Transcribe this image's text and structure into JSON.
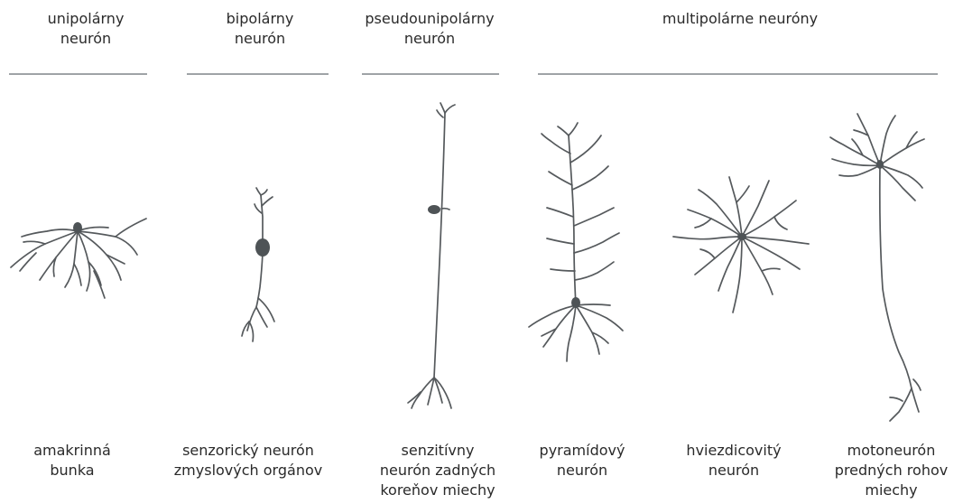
{
  "headers": {
    "unipolar": [
      "unipolárny",
      "neurón"
    ],
    "bipolar": [
      "bipolárny",
      "neurón"
    ],
    "pseudounipolar": [
      "pseudounipolárny",
      "neurón"
    ],
    "multipolar": [
      "multipolárne neuróny"
    ]
  },
  "captions": {
    "amacrine": [
      "amakrinná",
      "bunka"
    ],
    "sensory": [
      "senzorický neurón",
      "zmyslových orgánov"
    ],
    "sensitive": [
      "senzitívny",
      "neurón zadných",
      "koreňov miechy"
    ],
    "pyramidal": [
      "pyramídový",
      "neurón"
    ],
    "stellate": [
      "hviezdicovitý",
      "neurón"
    ],
    "motoneuron": [
      "motoneurón",
      "predných rohov",
      "miechy"
    ]
  },
  "colors": {
    "neuron": "#55595c",
    "rule": "#9fa3a6",
    "text": "#2a2a2a"
  }
}
